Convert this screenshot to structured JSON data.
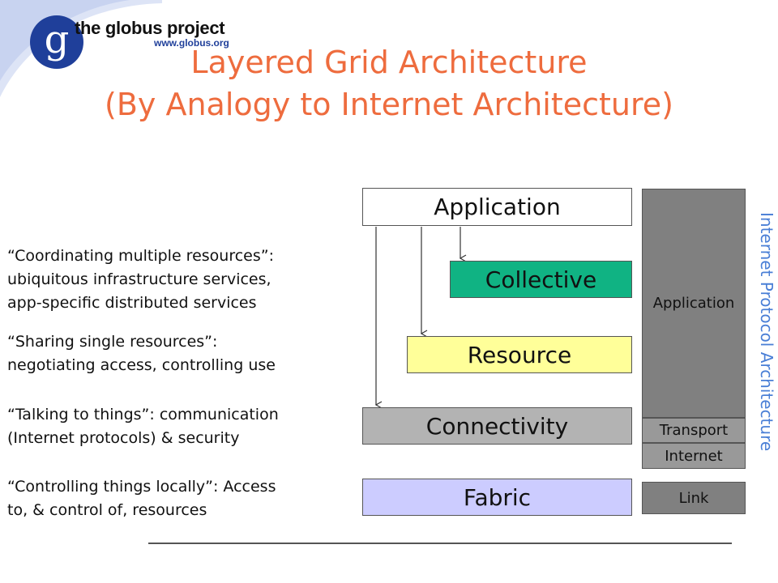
{
  "logo": {
    "letter": "g",
    "name": "the globus project",
    "url": "www.globus.org"
  },
  "title": {
    "line1": "Layered Grid Architecture",
    "line2": "(By Analogy to Internet Architecture)"
  },
  "descriptions": [
    {
      "line1": "“Coordinating multiple resources”:",
      "line2": "ubiquitous infrastructure services,",
      "line3": "app-specific distributed services"
    },
    {
      "line1": "“Sharing single resources”:",
      "line2": "negotiating access, controlling use"
    },
    {
      "line1": "“Talking to things”: communication",
      "line2": "(Internet protocols) & security"
    },
    {
      "line1": "“Controlling things locally”: Access",
      "line2": "to, & control of, resources"
    }
  ],
  "grid_layers": {
    "application": "Application",
    "collective": "Collective",
    "resource": "Resource",
    "connectivity": "Connectivity",
    "fabric": "Fabric"
  },
  "internet_layers": {
    "application": "Application",
    "transport": "Transport",
    "internet": "Internet",
    "link": "Link"
  },
  "internet_label": "Internet Protocol Architecture",
  "colors": {
    "title": "#ee6c3e",
    "collective": "#10b383",
    "resource": "#ffff99",
    "connectivity": "#b3b3b3",
    "fabric": "#ccccff",
    "internet_stack": "#808080",
    "internet_label": "#4a7fd6",
    "logo": "#1f3f9a"
  }
}
